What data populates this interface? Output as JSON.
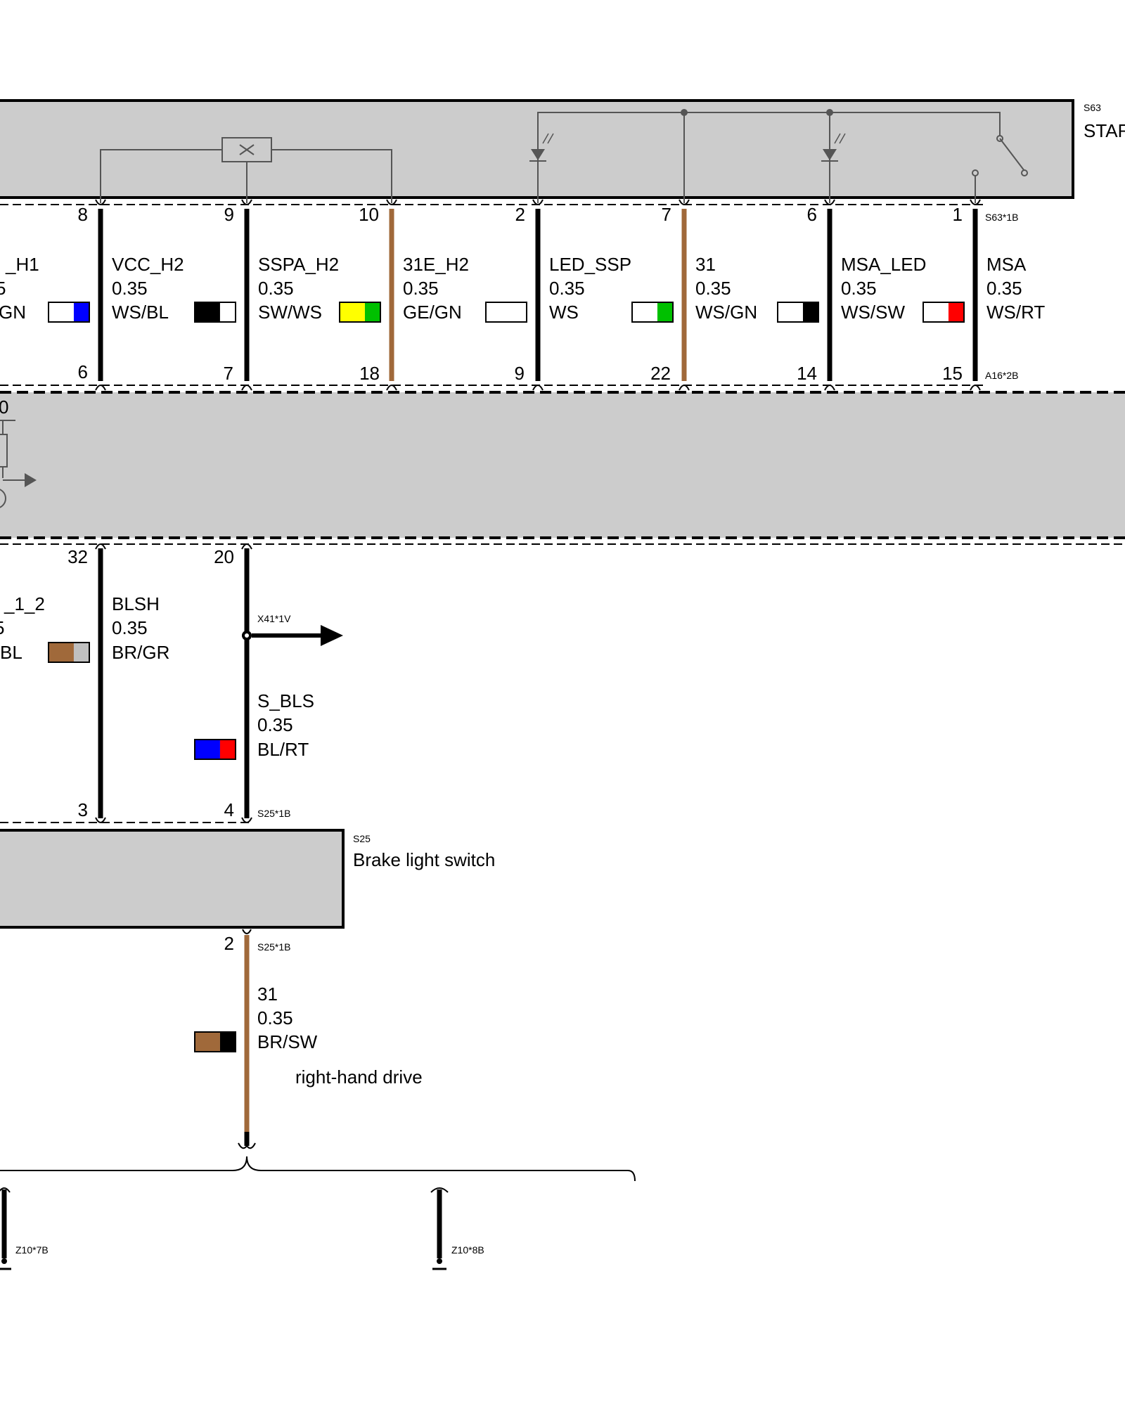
{
  "s63": {
    "id": "S63",
    "name_partial": "STAR",
    "connector_top": "S63*1B",
    "connector_bottom": "A16*2B"
  },
  "partial_wire": {
    "name": "_H1",
    "size": "5",
    "color": "GN",
    "stripes": [
      "#ffffff",
      "#0000ff"
    ],
    "pin_bottom": "6"
  },
  "wires_upper": [
    {
      "pin_top": "8",
      "pin_bottom": "7",
      "name": "VCC_H2",
      "size": "0.35",
      "color": "WS/BL",
      "line": "#000000",
      "stripes": [
        "#000000",
        "#ffffff"
      ]
    },
    {
      "pin_top": "9",
      "pin_bottom": "18",
      "name": "SSPA_H2",
      "size": "0.35",
      "color": "SW/WS",
      "line": "#000000",
      "stripes": [
        "#ffff00",
        "#00c000"
      ]
    },
    {
      "pin_top": "10",
      "pin_bottom": "9",
      "name": "31E_H2",
      "size": "0.35",
      "color": "GE/GN",
      "line": "#a0693a",
      "stripes": [
        "#ffffff"
      ]
    },
    {
      "pin_top": "2",
      "pin_bottom": "22",
      "name": "LED_SSP",
      "size": "0.35",
      "color": "WS",
      "line": "#000000",
      "stripes": [
        "#ffffff",
        "#00c000"
      ]
    },
    {
      "pin_top": "7",
      "pin_bottom": "14",
      "name": "31",
      "size": "0.35",
      "color": "WS/GN",
      "line": "#a0693a",
      "stripes": [
        "#ffffff",
        "#000000"
      ]
    },
    {
      "pin_top": "6",
      "pin_bottom": "15",
      "name": "MSA_LED",
      "size": "0.35",
      "color": "WS/SW",
      "line": "#000000",
      "stripes": [
        "#ffffff",
        "#ff0000"
      ]
    },
    {
      "pin_top": "1",
      "pin_bottom": "",
      "name": "MSA",
      "size": "0.35",
      "color": "WS/RT",
      "line": "#000000",
      "stripes": []
    }
  ],
  "module_label_partial": "0",
  "lower_partial": {
    "name": "_1_2",
    "size": "5",
    "color": "BL",
    "stripes": [
      "#a0693a",
      "#c0c0c0"
    ],
    "pin_bottom": "3"
  },
  "wires_lower": [
    {
      "pin_top": "32",
      "pin_bottom": "4",
      "name": "BLSH",
      "size": "0.35",
      "color": "BR/GR",
      "stripes": []
    },
    {
      "pin_top": "20",
      "pin_bottom": "",
      "name": "S_BLS",
      "size": "0.35",
      "color": "BL/RT",
      "stripes": [
        "#0000ff",
        "#ff0000"
      ]
    }
  ],
  "splice": {
    "label": "X41*1V"
  },
  "s25": {
    "id": "S25",
    "name": "Brake light switch",
    "connector_top": "S25*1B",
    "connector_bottom": "S25*1B",
    "pin": "2"
  },
  "ground_wire": {
    "name": "31",
    "size": "0.35",
    "color": "BR/SW",
    "line": "#a0693a",
    "stripes": [
      "#a0693a",
      "#000000"
    ],
    "note": "right-hand drive"
  },
  "grounds": [
    {
      "label": "Z10*7B"
    },
    {
      "label": "Z10*8B"
    }
  ],
  "colors": {
    "box_fill": "#cccccc",
    "brown": "#a0693a"
  }
}
